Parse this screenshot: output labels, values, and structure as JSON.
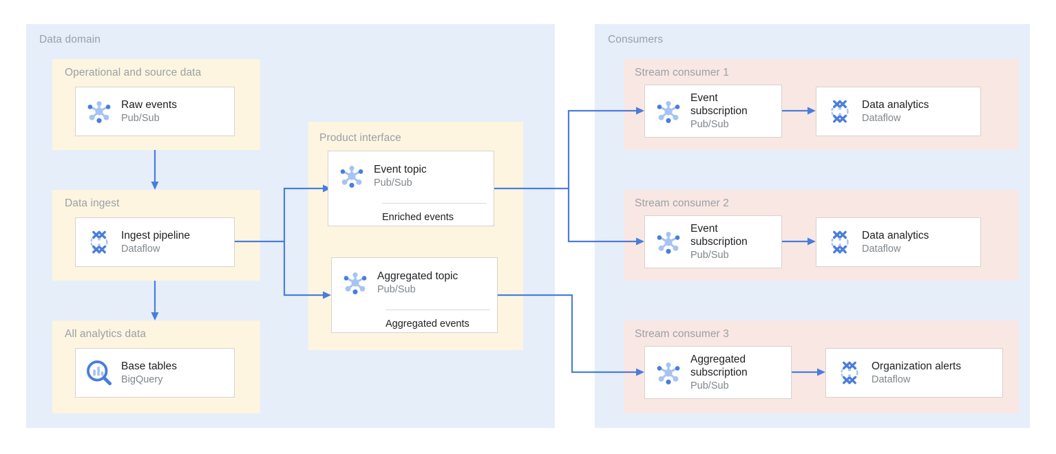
{
  "zones": {
    "data_domain": {
      "title": "Data domain"
    },
    "consumers": {
      "title": "Consumers"
    },
    "operational": {
      "title": "Operational and source data"
    },
    "data_ingest": {
      "title": "Data ingest"
    },
    "analytics_data": {
      "title": "All analytics data"
    },
    "product_interface": {
      "title": "Product interface"
    },
    "stream_consumer_1": {
      "title": "Stream consumer 1"
    },
    "stream_consumer_2": {
      "title": "Stream consumer 2"
    },
    "stream_consumer_3": {
      "title": "Stream consumer 3"
    }
  },
  "nodes": {
    "raw_events": {
      "title": "Raw events",
      "service": "Pub/Sub",
      "icon": "pubsub-icon"
    },
    "ingest_pipeline": {
      "title": "Ingest pipeline",
      "service": "Dataflow",
      "icon": "dataflow-icon"
    },
    "base_tables": {
      "title": "Base tables",
      "service": "BigQuery",
      "icon": "bigquery-icon"
    },
    "event_topic": {
      "title": "Event topic",
      "service": "Pub/Sub",
      "icon": "pubsub-icon",
      "payload": "Enriched events"
    },
    "aggregated_topic": {
      "title": "Aggregated topic",
      "service": "Pub/Sub",
      "icon": "pubsub-icon",
      "payload": "Aggregated events"
    },
    "event_sub_1": {
      "title": "Event subscription",
      "service": "Pub/Sub",
      "icon": "pubsub-icon"
    },
    "data_analytics_1": {
      "title": "Data analytics",
      "service": "Dataflow",
      "icon": "dataflow-icon"
    },
    "event_sub_2": {
      "title": "Event subscription",
      "service": "Pub/Sub",
      "icon": "pubsub-icon"
    },
    "data_analytics_2": {
      "title": "Data analytics",
      "service": "Dataflow",
      "icon": "dataflow-icon"
    },
    "aggregated_sub_3": {
      "title": "Aggregated subscription",
      "service": "Pub/Sub",
      "icon": "pubsub-icon"
    },
    "org_alerts_3": {
      "title": "Organization alerts",
      "service": "Dataflow",
      "icon": "dataflow-icon"
    }
  },
  "colors": {
    "panel_blue": "#e6eefa",
    "panel_yellow": "#fdf5e0",
    "panel_pink": "#f9e7e4",
    "connector": "#4a7ddb",
    "icon_blue": "#4a7ddb",
    "icon_blue_light": "#a7c3f2",
    "title_text": "#202124",
    "muted_text": "#9aa0a6",
    "card_border": "#d6d3cd"
  }
}
